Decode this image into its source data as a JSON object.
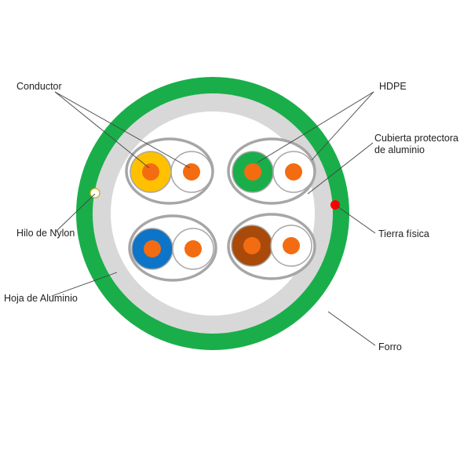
{
  "labels": {
    "conductor": "Conductor",
    "hdpe": "HDPE",
    "shield_line1": "Cubierta protectora",
    "shield_line2": "de aluminio",
    "nylon": "Hilo de Nylon",
    "ground": "Tierra física",
    "foil": "Hoja de Aluminio",
    "jacket": "Forro"
  },
  "colors": {
    "jacket": "#1aae4a",
    "foil_layer": "#d8d8d8",
    "core": "#ffffff",
    "pair_shield": "#a6a6a6",
    "conductor": "#f36c12",
    "white_insulation": "#ffffff",
    "pair_orange": "#ffc000",
    "pair_green": "#1aae4a",
    "pair_blue": "#0d74c8",
    "pair_brown": "#a94a0a",
    "nylon_thread": "#ffffff",
    "ground_wire": "#ff0000"
  }
}
